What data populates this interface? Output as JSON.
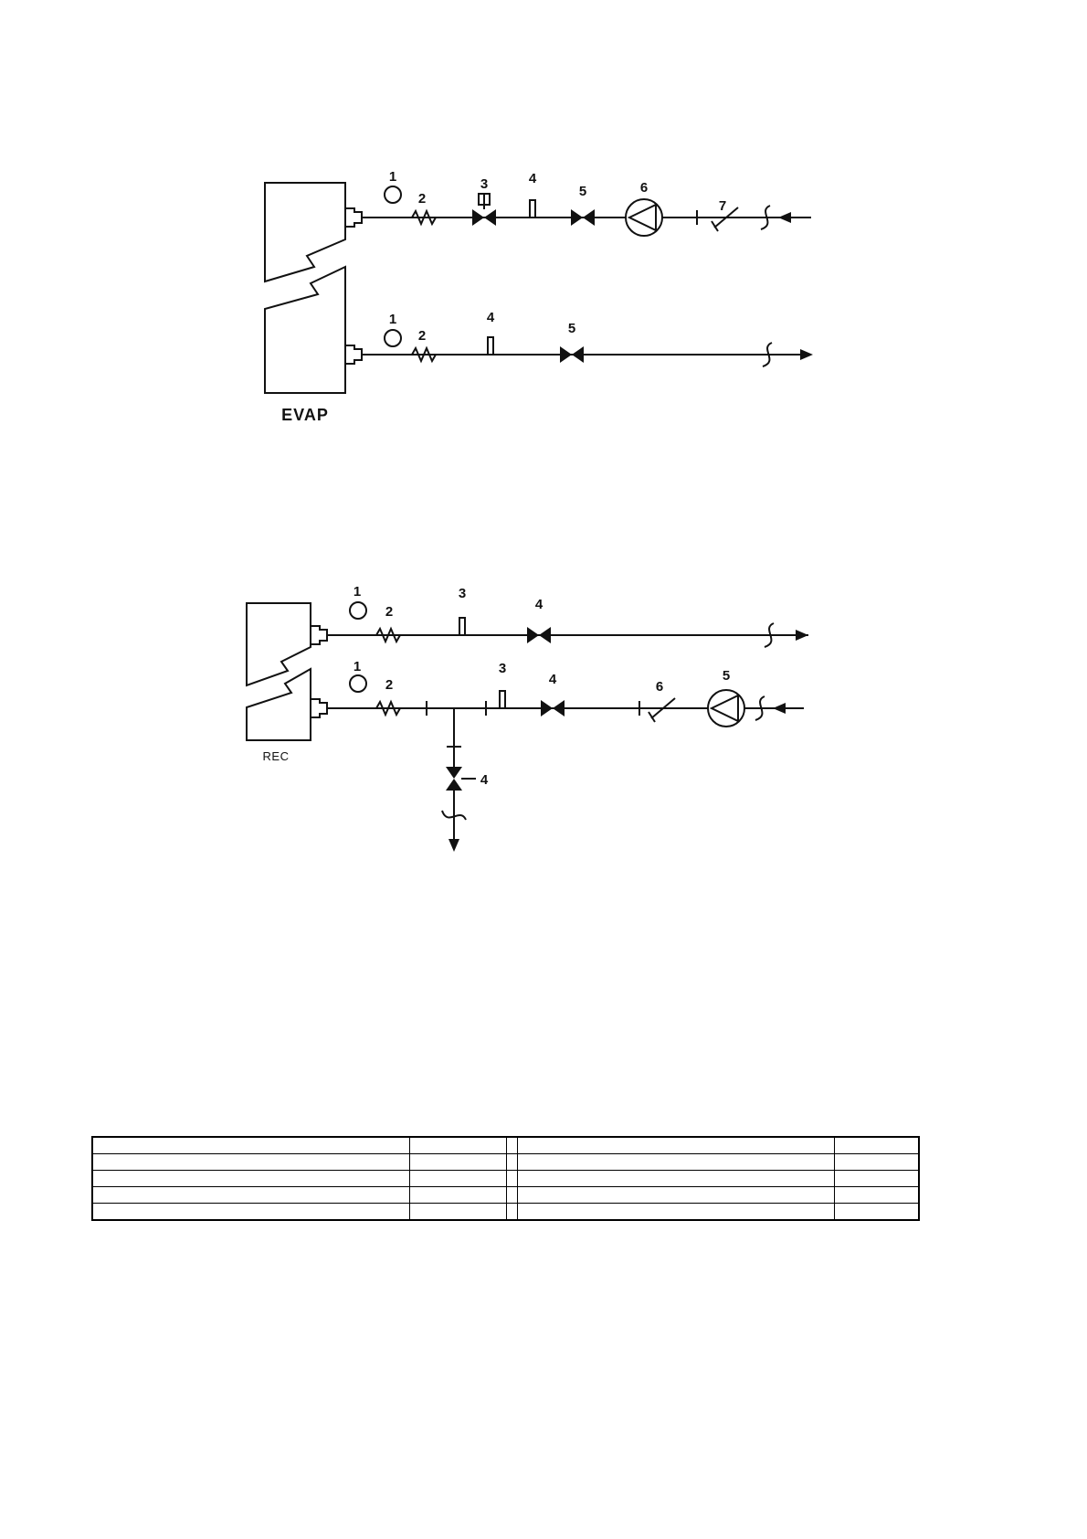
{
  "page": {
    "background": "#ffffff",
    "ink": "#111111"
  },
  "evap": {
    "vessel_label": "EVAP",
    "top_line": {
      "n1": "1",
      "n2": "2",
      "n3": "3",
      "n4": "4",
      "n5": "5",
      "n6": "6",
      "n7": "7"
    },
    "bottom_line": {
      "n1": "1",
      "n2": "2",
      "n4": "4",
      "n5": "5"
    }
  },
  "rec": {
    "vessel_label": "REC",
    "top_line": {
      "n1": "1",
      "n2": "2",
      "n3": "3",
      "n4": "4"
    },
    "bottom_line": {
      "n1": "1",
      "n2": "2",
      "n3": "3",
      "n4": "4",
      "n5": "5",
      "n6": "6"
    },
    "drain_branch": {
      "n4": "4"
    }
  },
  "legend_table": {
    "rows": [
      [
        "",
        "",
        "",
        "",
        ""
      ],
      [
        "",
        "",
        "",
        "",
        ""
      ],
      [
        "",
        "",
        "",
        "",
        ""
      ],
      [
        "",
        "",
        "",
        "",
        ""
      ],
      [
        "",
        "",
        "",
        "",
        ""
      ]
    ]
  }
}
